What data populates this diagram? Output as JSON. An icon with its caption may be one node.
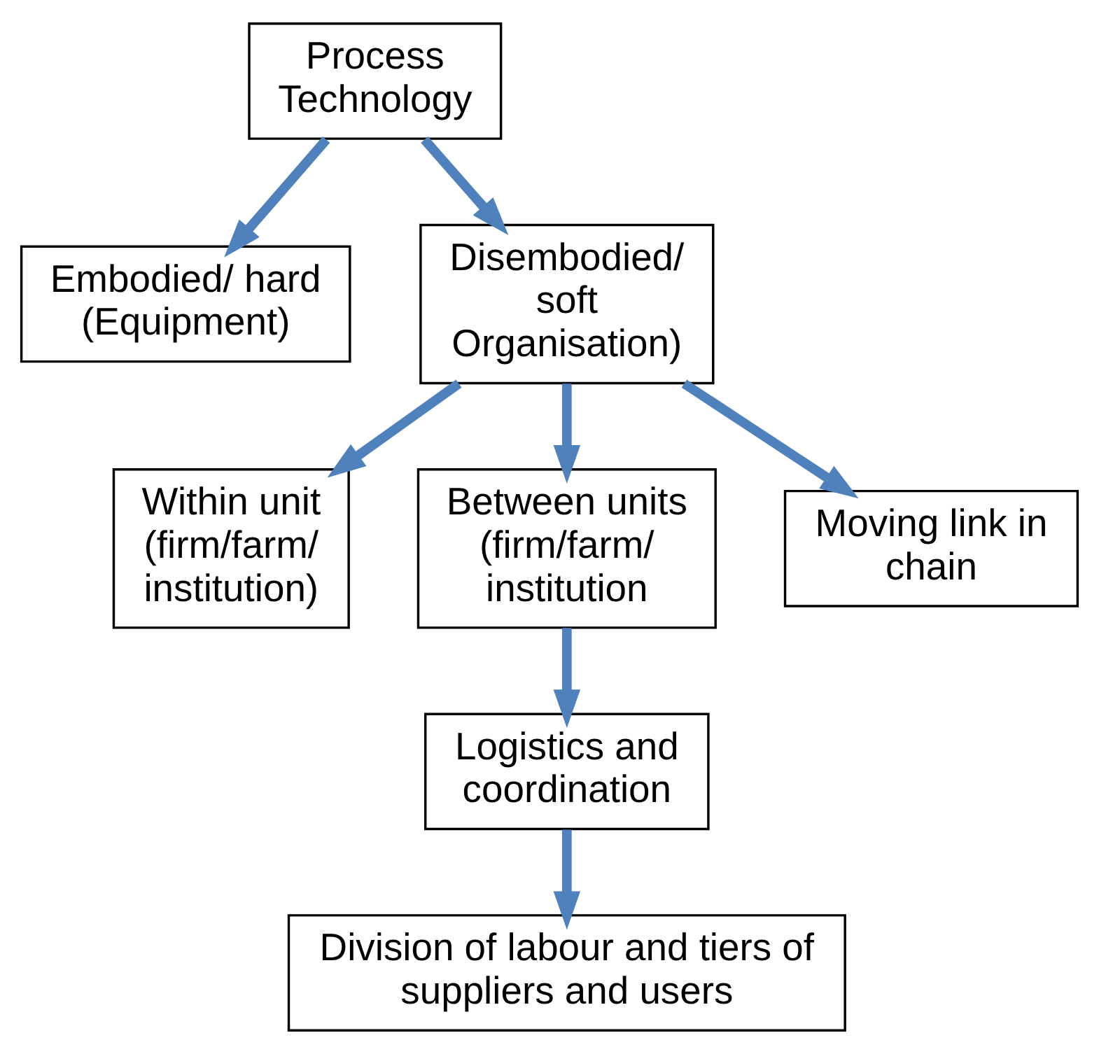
{
  "diagram": {
    "nodes": [
      {
        "text": [
          "Process Technology"
        ]
      },
      {
        "text": [
          "Embodied/ hard (Equipment)"
        ]
      },
      {
        "text": [
          "Disembodied/ soft Organisation)"
        ]
      },
      {
        "text": [
          "Within unit (firm/farm/ institution)"
        ]
      },
      {
        "text": [
          "Between units (firm/farm/ institution"
        ]
      },
      {
        "text": [
          "Moving link in chain"
        ]
      },
      {
        "text": [
          "Logistics and coordination"
        ]
      },
      {
        "text": [
          "Division of labour and tiers of suppliers and users"
        ]
      }
    ],
    "edges": [
      {
        "from": 0,
        "to": 1,
        "arrow": "to"
      },
      {
        "from": 0,
        "to": 2,
        "arrow": "to"
      },
      {
        "from": 2,
        "to": 3,
        "arrow": "to"
      },
      {
        "from": 2,
        "to": 4,
        "arrow": "to"
      },
      {
        "from": 2,
        "to": 5,
        "arrow": "to"
      },
      {
        "from": 4,
        "to": 6,
        "arrow": "to"
      },
      {
        "from": 6,
        "to": 7,
        "arrow": "to"
      }
    ]
  }
}
